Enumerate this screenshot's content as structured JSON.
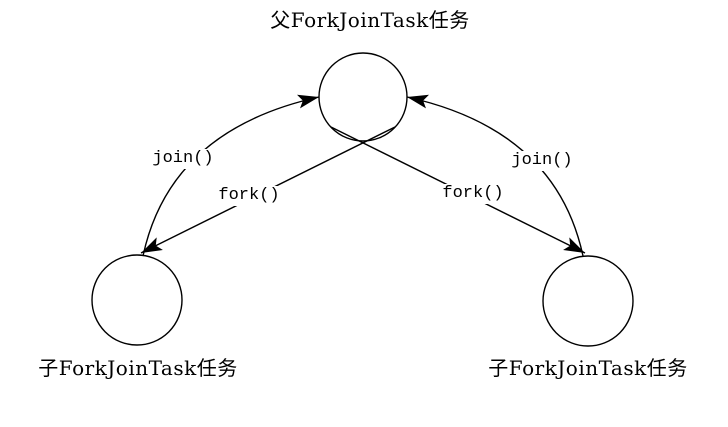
{
  "diagram": {
    "type": "fork-join-task-diagram",
    "colors": {
      "line": "#000000",
      "text": "#000000",
      "background": "#ffffff"
    },
    "nodes": [
      {
        "id": "parent-task",
        "label": "父ForkJoinTask任务",
        "shape": "circle"
      },
      {
        "id": "child-task-left",
        "label": "子ForkJoinTask任务",
        "shape": "circle"
      },
      {
        "id": "child-task-right",
        "label": "子ForkJoinTask任务",
        "shape": "circle"
      }
    ],
    "edges": [
      {
        "from": "parent-task",
        "to": "child-task-left",
        "label": "fork()",
        "style": "straight-arrow"
      },
      {
        "from": "parent-task",
        "to": "child-task-right",
        "label": "fork()",
        "style": "straight-arrow"
      },
      {
        "from": "child-task-left",
        "to": "parent-task",
        "label": "join()",
        "style": "curved-arrow"
      },
      {
        "from": "child-task-right",
        "to": "parent-task",
        "label": "join()",
        "style": "curved-arrow"
      }
    ]
  }
}
